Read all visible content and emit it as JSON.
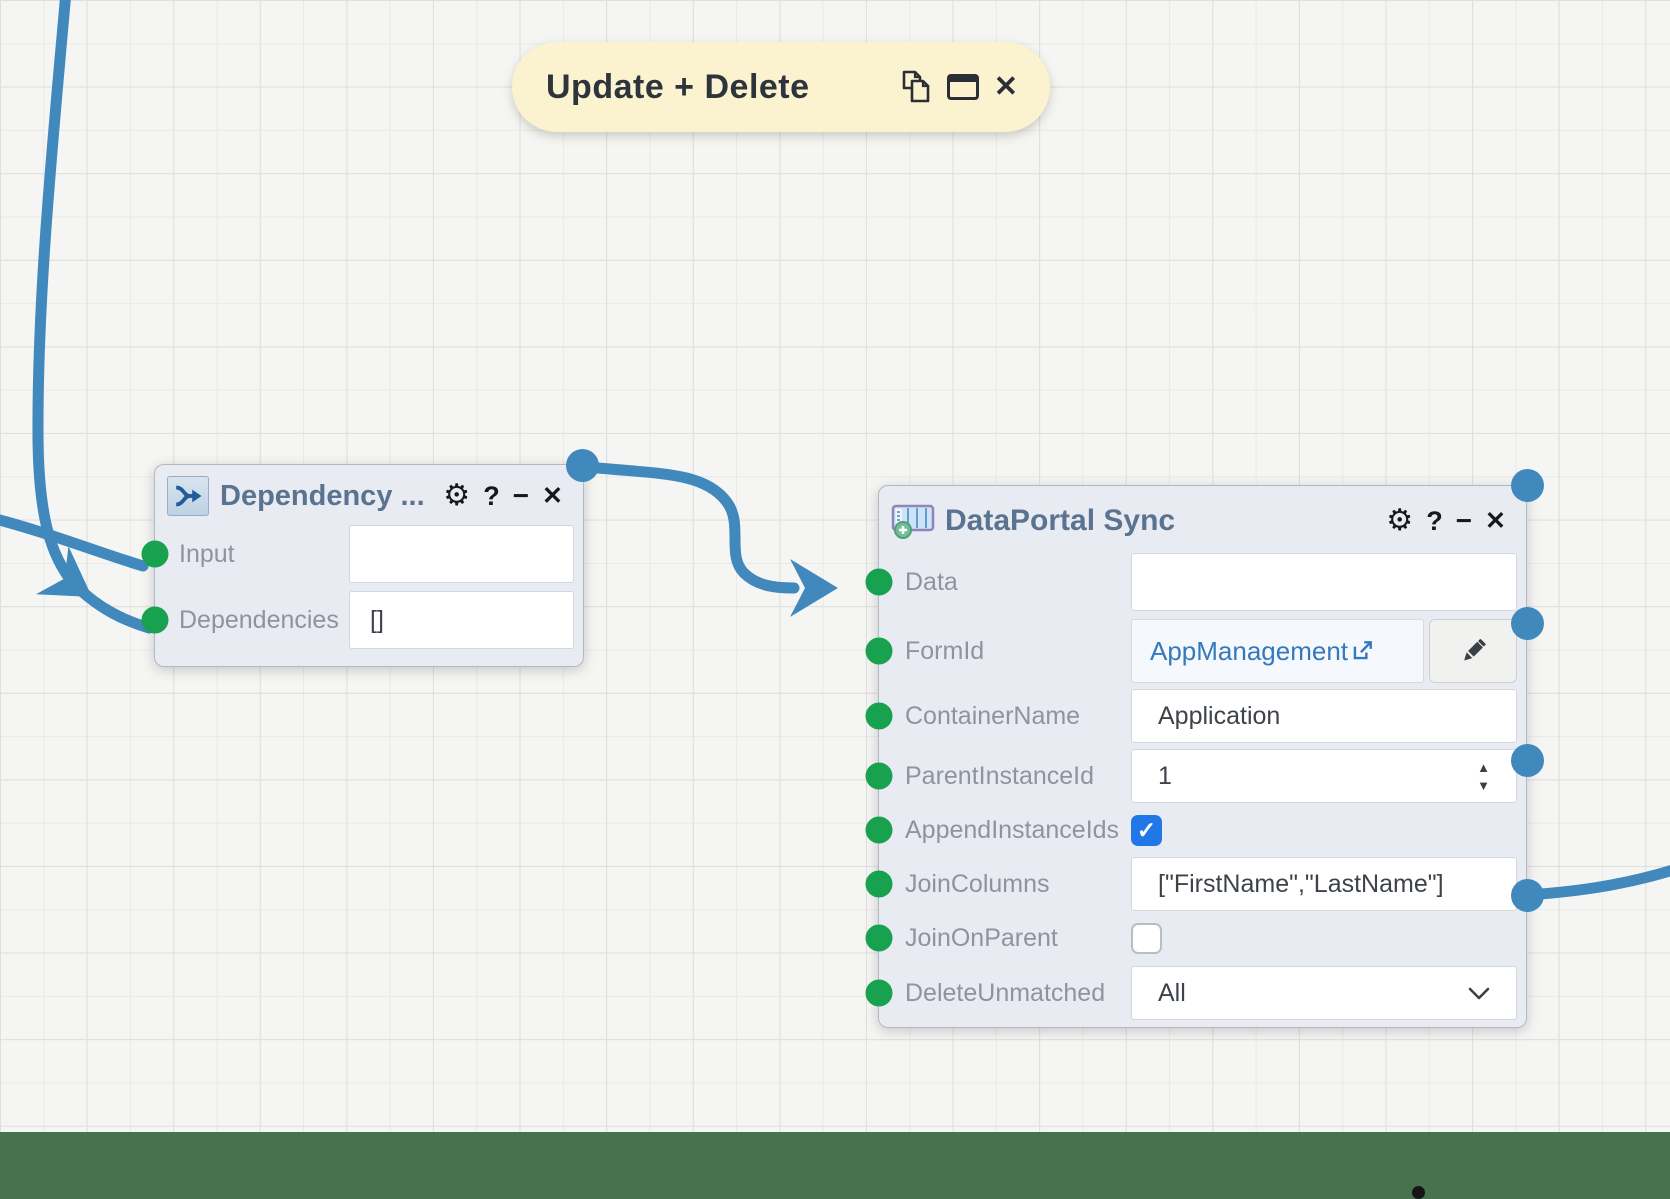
{
  "canvas": {
    "background": "#f5f5f3",
    "grid_color": "#e9e9e6",
    "wire_color": "#4189bd",
    "input_port_color": "#18a14e",
    "output_port_color": "#4189bd",
    "bottom_bar_color": "#48724e"
  },
  "group_pill": {
    "title": "Update + Delete",
    "background": "#fbf3cf",
    "close_glyph": "✕"
  },
  "header_icons": {
    "settings": "⚙",
    "help": "?",
    "collapse": "−",
    "close": "✕"
  },
  "nodes": {
    "dependency": {
      "title": "Dependency ...",
      "fields": [
        {
          "label": "Input",
          "type": "text",
          "value": ""
        },
        {
          "label": "Dependencies",
          "type": "text",
          "value": "[]"
        }
      ]
    },
    "dataportal": {
      "title": "DataPortal Sync",
      "fields": [
        {
          "label": "Data",
          "type": "text",
          "value": ""
        },
        {
          "label": "FormId",
          "type": "link",
          "value": "AppManagement"
        },
        {
          "label": "ContainerName",
          "type": "text",
          "value": "Application"
        },
        {
          "label": "ParentInstanceId",
          "type": "number",
          "value": "1"
        },
        {
          "label": "AppendInstanceIds",
          "type": "checkbox",
          "checked": true,
          "check_glyph": "✓"
        },
        {
          "label": "JoinColumns",
          "type": "text",
          "value": "[\"FirstName\",\"LastName\"]"
        },
        {
          "label": "JoinOnParent",
          "type": "checkbox",
          "checked": false,
          "check_glyph": ""
        },
        {
          "label": "DeleteUnmatched",
          "type": "select",
          "value": "All"
        }
      ]
    }
  }
}
